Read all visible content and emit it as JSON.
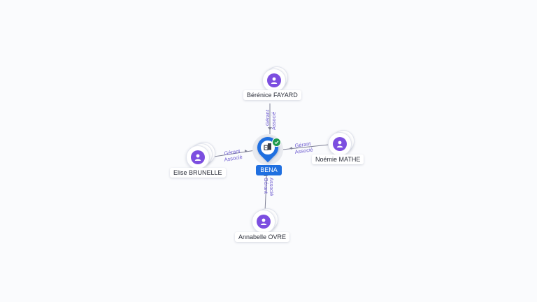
{
  "company": {
    "name": "BENA",
    "icon": "building-icon",
    "status_icon": "check-icon",
    "accent_color": "#1f6fe0",
    "status_color": "#1e9a4e"
  },
  "people": [
    {
      "id": "berenice",
      "name": "Bérénice FAYARD",
      "roles": [
        "Gérant",
        "Associé"
      ]
    },
    {
      "id": "noemie",
      "name": "Noémie MATHE",
      "roles": [
        "Gérant",
        "Associé"
      ]
    },
    {
      "id": "elise",
      "name": "Elise BRUNELLE",
      "roles": [
        "Gérant",
        "Associé"
      ]
    },
    {
      "id": "annabelle",
      "name": "Annabelle OVRE",
      "roles": [
        "Gérant",
        "Associé"
      ]
    }
  ],
  "person_icon_color": "#7c4ee0",
  "edge_label_color": "#6d5bd0"
}
